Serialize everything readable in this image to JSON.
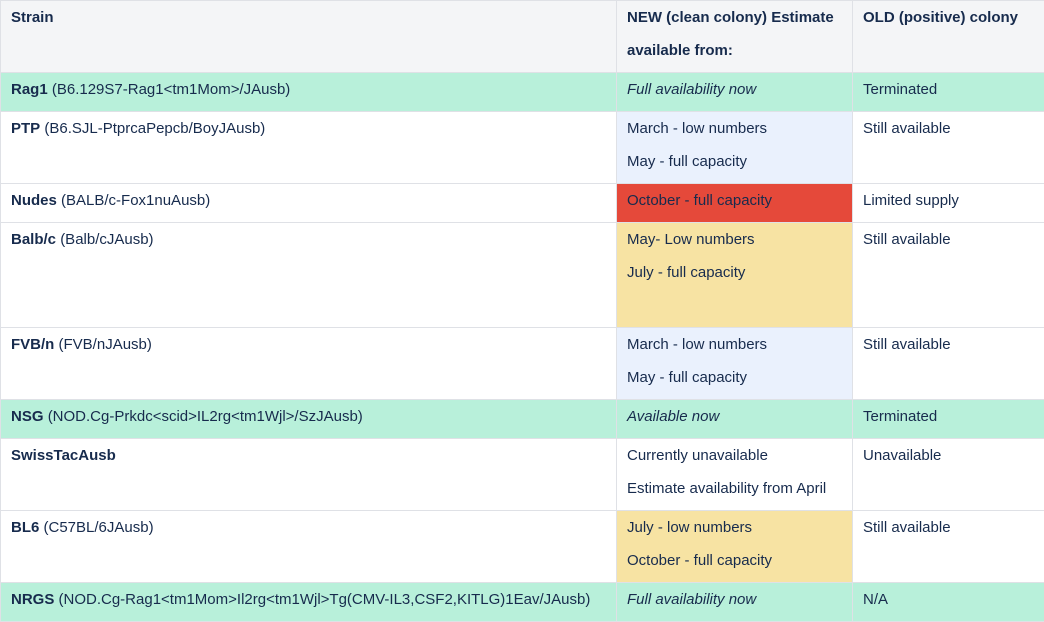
{
  "headers": {
    "strain": "Strain",
    "new_line1": "NEW (clean colony)",
    "new_line2": "Estimate available from:",
    "old": "OLD (positive) colony"
  },
  "rows": [
    {
      "name": "Rag1",
      "detail": "(B6.129S7-Rag1<tm1Mom>/JAusb)",
      "new": [
        "Full availability now"
      ],
      "old": "Terminated"
    },
    {
      "name": "PTP",
      "detail": "(B6.SJL-PtprcaPepcb/BoyJAusb)",
      "new": [
        "March - low numbers",
        "May - full capacity"
      ],
      "old": "Still available"
    },
    {
      "name": "Nudes",
      "detail": "(BALB/c-Fox1nuAusb)",
      "new": [
        "October - full capacity"
      ],
      "old": "Limited supply"
    },
    {
      "name": "Balb/c",
      "detail": "(Balb/cJAusb)",
      "new": [
        "May- Low numbers",
        "July - full capacity"
      ],
      "old": "Still available"
    },
    {
      "name": "FVB/n",
      "detail": "(FVB/nJAusb)",
      "new": [
        "March - low numbers",
        "May - full capacity"
      ],
      "old": "Still available"
    },
    {
      "name": "NSG",
      "detail": "(NOD.Cg-Prkdc<scid>IL2rg<tm1Wjl>/SzJAusb)",
      "new": [
        "Available now"
      ],
      "old": "Terminated"
    },
    {
      "name": "SwissTacAusb",
      "detail": "",
      "new": [
        "Currently unavailable",
        "Estimate availability from April"
      ],
      "old": "Unavailable"
    },
    {
      "name": "BL6",
      "detail": "(C57BL/6JAusb)",
      "new": [
        "July - low numbers",
        "October - full capacity"
      ],
      "old": "Still available"
    },
    {
      "name": "NRGS",
      "detail": "(NOD.Cg-Rag1<tm1Mom>Il2rg<tm1Wjl>Tg(CMV-IL3,CSF2,KITLG)1Eav/JAusb)",
      "new": [
        "Full availability now"
      ],
      "old": "N/A"
    }
  ],
  "colors": {
    "green_row": "#b8f0da",
    "blue_cell": "#eaf1fd",
    "red_cell": "#e5493a",
    "yellow_cell": "#f7e3a3",
    "header_bg": "#f4f5f7"
  }
}
